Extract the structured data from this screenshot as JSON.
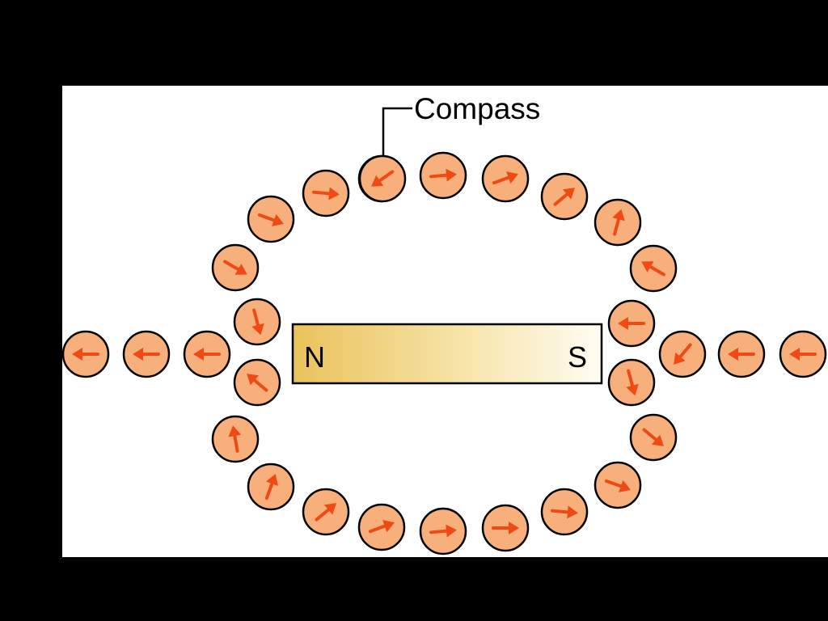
{
  "colors": {
    "background": "#000000",
    "panel": "#ffffff",
    "compass_fill": "#f7b07c",
    "compass_stroke": "#000000",
    "needle": "#f04a14",
    "magnet_gradient_start": "#e9c25a",
    "magnet_gradient_end": "#fffcf2",
    "magnet_stroke": "#000000"
  },
  "labels": {
    "compass_label": "Compass"
  },
  "magnet": {
    "north_label": "N",
    "south_label": "S"
  },
  "needle_icon": "arrow-icon",
  "compasses": [
    {
      "angle": 180
    },
    {
      "angle": 180
    },
    {
      "angle": 180
    },
    {
      "angle": 220
    },
    {
      "angle": 260
    },
    {
      "angle": 290
    },
    {
      "angle": 320
    },
    {
      "angle": 340
    },
    {
      "angle": 355
    },
    {
      "angle": 0
    },
    {
      "angle": 5
    },
    {
      "angle": 20
    },
    {
      "angle": 40
    },
    {
      "angle": 75
    },
    {
      "angle": 130
    },
    {
      "angle": 180
    },
    {
      "angle": 180
    },
    {
      "angle": 180
    },
    {
      "angle": 210
    },
    {
      "angle": 285
    },
    {
      "angle": 320
    },
    {
      "angle": 340
    },
    {
      "angle": 355
    },
    {
      "angle": 0
    },
    {
      "angle": 5
    },
    {
      "angle": 20
    },
    {
      "angle": 30
    },
    {
      "angle": 75
    },
    {
      "angle": 145
    }
  ]
}
